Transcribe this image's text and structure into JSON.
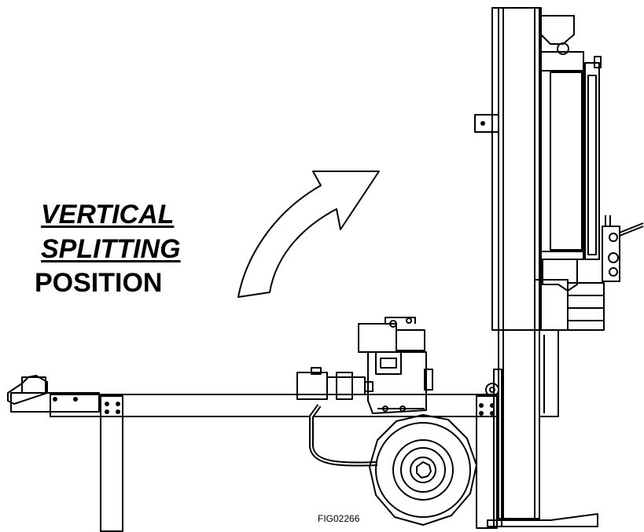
{
  "labels": {
    "line1": "VERTICAL",
    "line2": "SPLITTING",
    "line3": "POSITION"
  },
  "figure_id": "FIG02266",
  "colors": {
    "ink": "#000000",
    "paper": "#ffffff"
  },
  "icons": [
    "rotation-arrow-icon",
    "engine-icon",
    "wheel-icon",
    "hitch-icon"
  ]
}
